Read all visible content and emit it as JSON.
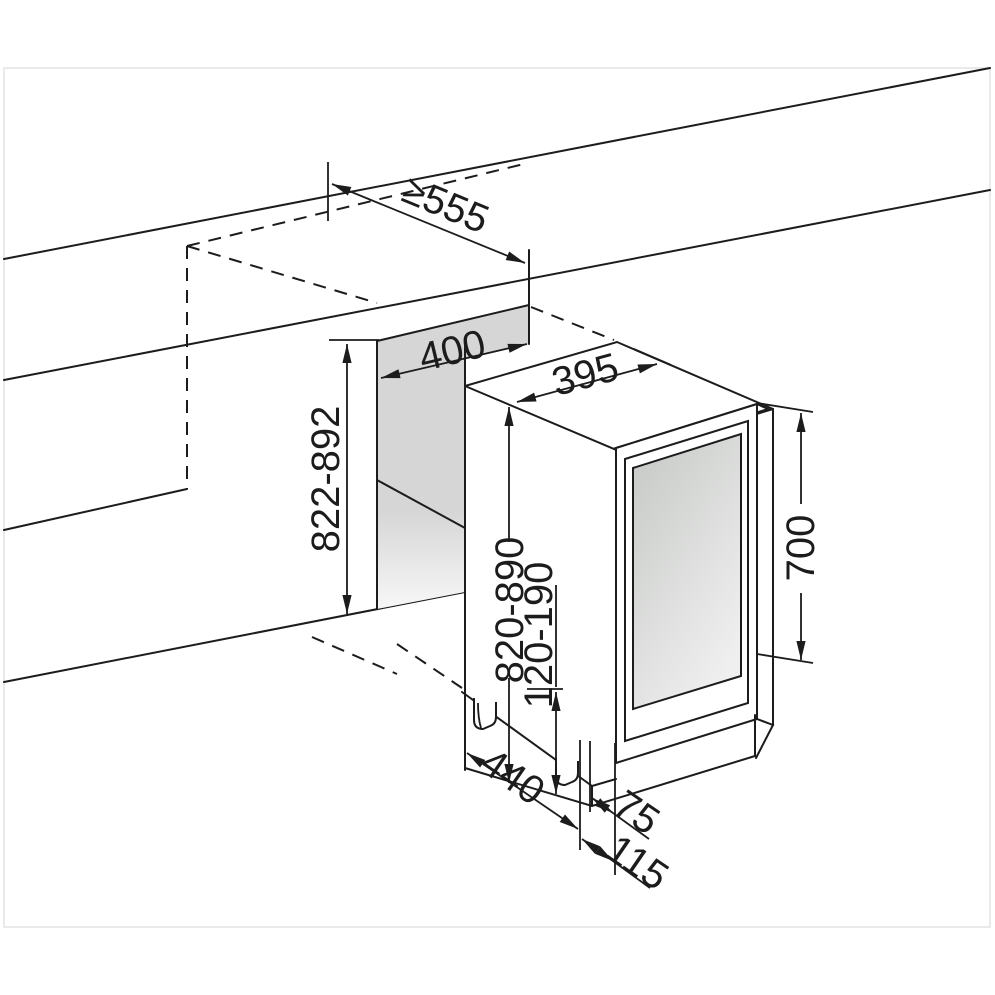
{
  "diagram": {
    "dimensions": {
      "niche_depth": "≥555",
      "niche_width": "400",
      "niche_height": "822-892",
      "unit_top_width": "395",
      "unit_height": "820-890",
      "plinth_height": "120-190",
      "door_height": "700",
      "unit_depth": "440",
      "door_offset": "75",
      "front_offset": "115"
    },
    "colors": {
      "line": "#1c1c1c",
      "niche_panel": "#d6d6d6",
      "panel_fade": "#f7f7f7",
      "glass_top": "#c5c8c5",
      "glass_bottom": "#efefef",
      "page_border": "#e3e3e3"
    }
  }
}
